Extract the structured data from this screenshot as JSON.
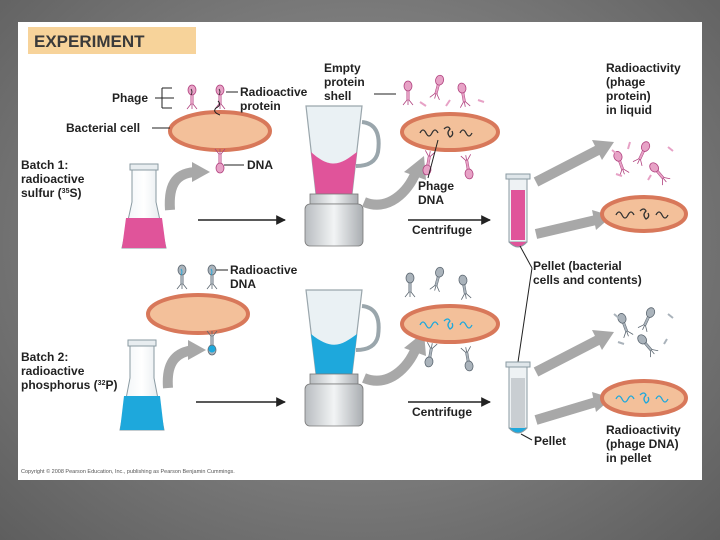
{
  "header": "EXPERIMENT",
  "labels": {
    "phage": "Phage",
    "radioactive_protein_1": "Radioactive",
    "radioactive_protein_2": "protein",
    "bacterial_cell": "Bacterial cell",
    "dna": "DNA",
    "batch1_1": "Batch 1:",
    "batch1_2": "radioactive",
    "batch1_3": "sulfur (",
    "batch1_sup": "35",
    "batch1_4": "S)",
    "empty_shell_1": "Empty",
    "empty_shell_2": "protein",
    "empty_shell_3": "shell",
    "phage_dna_1": "Phage",
    "phage_dna_2": "DNA",
    "centrifuge_1": "Centrifuge",
    "radioactivity1_1": "Radioactivity",
    "radioactivity1_2": "(phage",
    "radioactivity1_3": "protein)",
    "radioactivity1_4": "in liquid",
    "pellet1_1": "Pellet (bacterial",
    "pellet1_2": "cells and contents)",
    "radioactive_dna_1": "Radioactive",
    "radioactive_dna_2": "DNA",
    "batch2_1": "Batch 2:",
    "batch2_2": "radioactive",
    "batch2_3": "phosphorus (",
    "batch2_sup": "32",
    "batch2_4": "P)",
    "centrifuge_2": "Centrifuge",
    "pellet2": "Pellet",
    "radioactivity2_1": "Radioactivity",
    "radioactivity2_2": "(phage DNA)",
    "radioactivity2_3": "in pellet",
    "copyright": "Copyright © 2008 Pearson Education, Inc., publishing as Pearson Benjamin Cummings."
  },
  "colors": {
    "header_bg": "#f7d39a",
    "cell_fill": "#f3c09a",
    "cell_stroke": "#d8785a",
    "pink": "#e0549a",
    "blue": "#1ea8dc",
    "arrow": "#a8a8a8",
    "line": "#222222"
  }
}
